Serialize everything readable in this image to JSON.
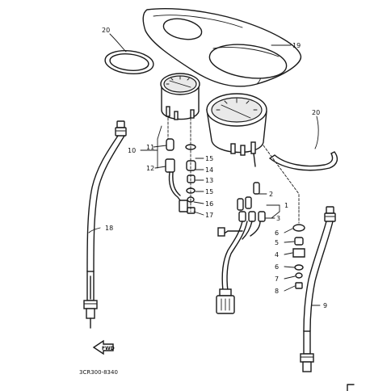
{
  "diagram": {
    "part_code": "3CR300-8340",
    "fwd_label": "FWD",
    "callouts": [
      {
        "id": "c20a",
        "label": "20"
      },
      {
        "id": "c19",
        "label": "19"
      },
      {
        "id": "c20b",
        "label": "20"
      },
      {
        "id": "c10",
        "label": "10"
      },
      {
        "id": "c11",
        "label": "11"
      },
      {
        "id": "c12",
        "label": "12"
      },
      {
        "id": "c15a",
        "label": "15"
      },
      {
        "id": "c14",
        "label": "14"
      },
      {
        "id": "c13",
        "label": "13"
      },
      {
        "id": "c15b",
        "label": "15"
      },
      {
        "id": "c16",
        "label": "16"
      },
      {
        "id": "c17",
        "label": "17"
      },
      {
        "id": "c18",
        "label": "18"
      },
      {
        "id": "c2",
        "label": "2"
      },
      {
        "id": "c1",
        "label": "1"
      },
      {
        "id": "c3",
        "label": "3"
      },
      {
        "id": "c6a",
        "label": "6"
      },
      {
        "id": "c5",
        "label": "5"
      },
      {
        "id": "c4",
        "label": "4"
      },
      {
        "id": "c6b",
        "label": "6"
      },
      {
        "id": "c7",
        "label": "7"
      },
      {
        "id": "c8",
        "label": "8"
      },
      {
        "id": "c9",
        "label": "9"
      }
    ],
    "parts": [
      {
        "name": "meter-cover-panel-icon",
        "callout": "19"
      },
      {
        "name": "grommet-ring-left-icon",
        "callout": "20"
      },
      {
        "name": "grommet-ring-right-icon",
        "callout": "20"
      },
      {
        "name": "tachometer-gauge-icon",
        "callout": "10"
      },
      {
        "name": "speedometer-gauge-icon",
        "callout": "1"
      },
      {
        "name": "tachometer-cable-icon",
        "callout": "18"
      },
      {
        "name": "speedometer-cable-icon",
        "callout": "9"
      },
      {
        "name": "wire-harness-icon",
        "callout": "3"
      }
    ]
  }
}
